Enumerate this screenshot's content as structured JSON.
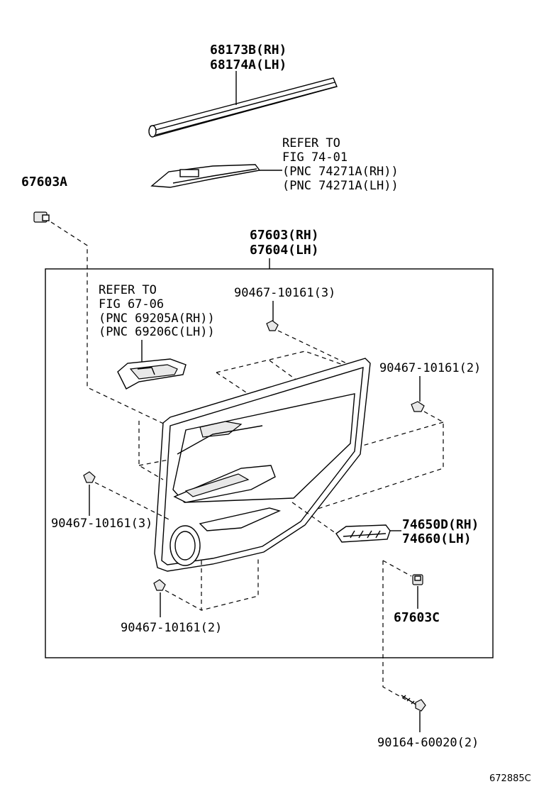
{
  "diagram": {
    "labels": {
      "belt_moulding": [
        "68173B(RH)",
        "68174A(LH)"
      ],
      "refer_switch": [
        "REFER TO",
        "FIG 74-01",
        "(PNC 74271A(RH))",
        "(PNC 74271A(LH))"
      ],
      "clip_a": "67603A",
      "trim_board": [
        "67603(RH)",
        "67604(LH)"
      ],
      "refer_handle": [
        "REFER TO",
        "FIG 67-06",
        "(PNC 69205A(RH))",
        "(PNC 69206C(LH))"
      ],
      "clip_top": "90467-10161(3)",
      "clip_right": "90467-10161(2)",
      "clip_left": "90467-10161(3)",
      "armrest": [
        "74650D(RH)",
        "74660(LH)"
      ],
      "clip_c": "67603C",
      "clip_bottom": "90467-10161(2)",
      "screw": "90164-60020(2)",
      "figure_number": "672885C"
    }
  }
}
